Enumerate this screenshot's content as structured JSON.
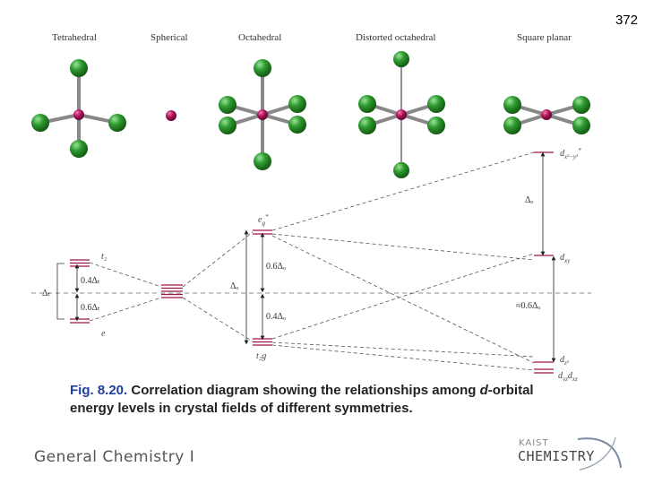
{
  "page_number": "372",
  "geometries": [
    "Tetrahedral",
    "Spherical",
    "Octahedral",
    "Distorted octahedral",
    "Square planar"
  ],
  "levels": {
    "tetra_upper": "t₂",
    "tetra_lower": "e",
    "tetra_gap": "Δₜ",
    "tetra_up_frac": "0.4Δₜ",
    "tetra_down_frac": "0.6Δₜ",
    "oct_upper": "e",
    "oct_upper_sup": "g",
    "oct_upper_star": "*",
    "oct_lower": "t₂g",
    "oct_gap": "Δₒ",
    "oct_up_frac": "0.6Δₒ",
    "oct_down_frac": "0.4Δₒ",
    "sq_top": "d",
    "sq_top_sub": "x²−y²",
    "sq_top_star": "*",
    "sq_gap": "Δₒ",
    "sq_xy": "d",
    "sq_xy_sub": "xy",
    "sq_approx": "≈0.6Δₒ",
    "sq_z2": "d",
    "sq_z2_sub": "z²",
    "sq_bottom": "d",
    "sq_bottom_sub": "yz",
    "sq_bottom_d2": "d",
    "sq_bottom_sub2": "xz"
  },
  "caption": {
    "fig_number": "Fig. 8.20.",
    "text_bold": " Correlation diagram showing the relationships among ",
    "text_italic": "d",
    "text_rest": "-orbital energy levels in crystal fields of different symmetries."
  },
  "footer": {
    "course": "General Chemistry I",
    "logo_top": "KAIST",
    "logo_bottom": "CHEMISTRY"
  },
  "colors": {
    "ligand": "#2e9a2e",
    "metal": "#b0145a",
    "level_line": "#a0104a",
    "caption_fig": "#1f3f9a"
  }
}
